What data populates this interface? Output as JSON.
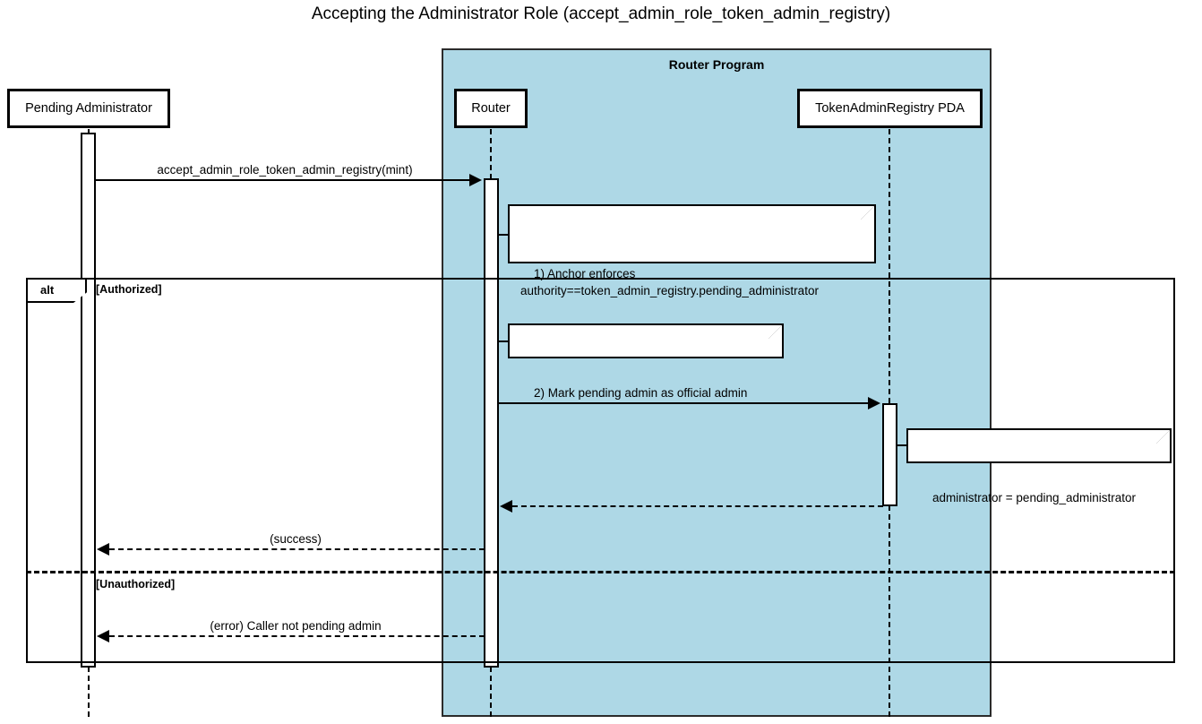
{
  "diagram": {
    "title": "Accepting the Administrator Role (accept_admin_role_token_admin_registry)",
    "type": "sequence-diagram"
  },
  "colors": {
    "group_background": "#aed8e6",
    "stroke": "#000000",
    "note_background": "#ffffff",
    "participant_background": "#ffffff"
  },
  "group": {
    "label": "Router Program"
  },
  "participants": [
    {
      "id": "pending-administrator",
      "label": "Pending Administrator",
      "in_group": false
    },
    {
      "id": "router",
      "label": "Router",
      "in_group": true
    },
    {
      "id": "token-admin-registry-pda",
      "label": "TokenAdminRegistry PDA",
      "in_group": true
    }
  ],
  "messages": [
    {
      "id": "msg-accept-admin-role",
      "label": "accept_admin_role_token_admin_registry(mint)",
      "from": "pending-administrator",
      "to": "router",
      "style": "solid",
      "direction": "right"
    },
    {
      "id": "msg-set-administrator",
      "label": "",
      "from": "router",
      "to": "token-admin-registry-pda",
      "style": "solid",
      "direction": "right"
    },
    {
      "id": "msg-registry-return",
      "label": "",
      "from": "token-admin-registry-pda",
      "to": "router",
      "style": "dashed",
      "direction": "left"
    },
    {
      "id": "msg-success",
      "label": "(success)",
      "from": "router",
      "to": "pending-administrator",
      "style": "dashed",
      "direction": "left"
    },
    {
      "id": "msg-error",
      "label": "(error) Caller not pending admin",
      "from": "router",
      "to": "pending-administrator",
      "style": "dashed",
      "direction": "left"
    }
  ],
  "notes": [
    {
      "id": "note-anchor-enforces",
      "text": "1) Anchor enforces\nauthority==token_admin_registry.pending_administrator",
      "attached_to": "router"
    },
    {
      "id": "note-mark-pending-admin",
      "text": "2) Mark pending admin as official admin",
      "attached_to": "router"
    },
    {
      "id": "note-administrator-assign",
      "text": "administrator = pending_administrator",
      "attached_to": "token-admin-registry-pda"
    }
  ],
  "fragment": {
    "operator": "alt",
    "guards": [
      {
        "id": "guard-authorized",
        "label": "[Authorized]"
      },
      {
        "id": "guard-unauthorized",
        "label": "[Unauthorized]"
      }
    ]
  }
}
